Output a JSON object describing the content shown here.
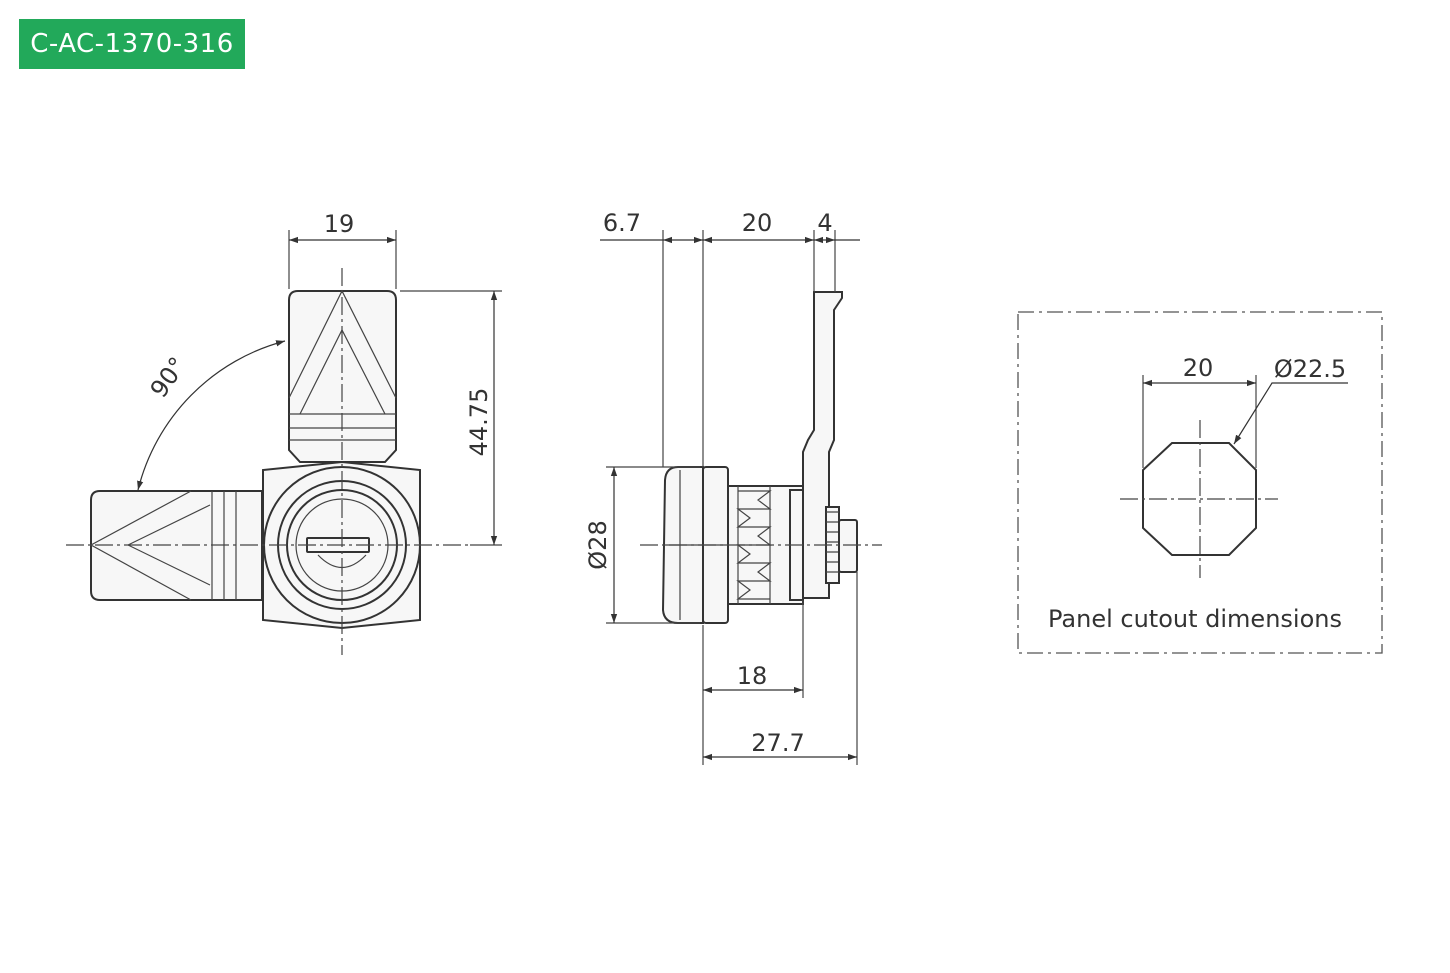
{
  "header": {
    "part_number": "C-AC-1370-316",
    "badge_color": "#22a95a"
  },
  "front_view": {
    "width_dim": "19",
    "height_dim": "44.75",
    "rotation_dim": "90°"
  },
  "side_view": {
    "flange_dim": "6.7",
    "body_dim": "20",
    "cam_dim": "4",
    "diameter_dim": "Ø28",
    "thread_dim": "18",
    "total_dim": "27.7"
  },
  "cutout_view": {
    "flat_dim": "20",
    "diameter_dim": "Ø22.5",
    "caption": "Panel cutout dimensions"
  }
}
